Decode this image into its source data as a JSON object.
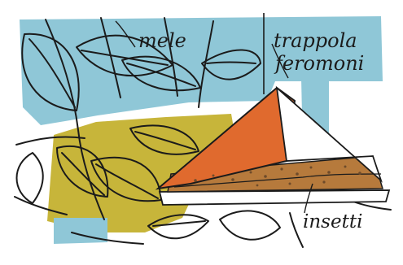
{
  "labels": {
    "apples": "mele",
    "trap_line1": "trappola",
    "trap_line2": "feromoni",
    "insects": "insetti"
  },
  "colors": {
    "sky_blue": "#8fc7d7",
    "olive_yellow": "#c7b53a",
    "trap_orange": "#e06a2e",
    "trap_base": "#b67a3c",
    "trap_dark": "#6e4b2a",
    "ink": "#1b1b1b",
    "paper": "#ffffff"
  }
}
